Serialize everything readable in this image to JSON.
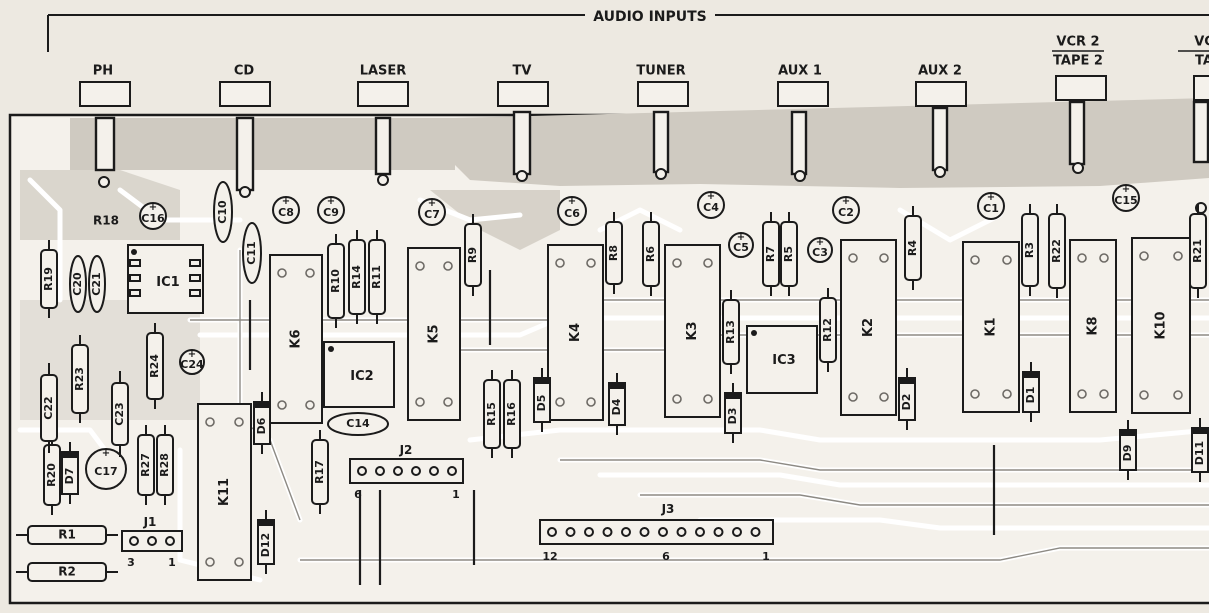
{
  "header": {
    "title": "AUDIO INPUTS"
  },
  "inputs": [
    {
      "label": "PH"
    },
    {
      "label": "CD"
    },
    {
      "label": "LASER"
    },
    {
      "label": "TV"
    },
    {
      "label": "TUNER"
    },
    {
      "label": "AUX 1"
    },
    {
      "label": "AUX 2"
    },
    {
      "label": "VCR 2",
      "sub": "TAPE 2"
    },
    {
      "label": "VC",
      "sub": "TA"
    }
  ],
  "relays": [
    "K1",
    "K2",
    "K3",
    "K4",
    "K5",
    "K6",
    "K8",
    "K10",
    "K11"
  ],
  "ics": [
    "IC1",
    "IC2",
    "IC3"
  ],
  "resistors": [
    "R1",
    "R2",
    "R3",
    "R4",
    "R5",
    "R6",
    "R7",
    "R8",
    "R9",
    "R10",
    "R11",
    "R12",
    "R13",
    "R14",
    "R15",
    "R16",
    "R17",
    "R18",
    "R19",
    "R20",
    "R21",
    "R22",
    "R23",
    "R24",
    "R27",
    "R28"
  ],
  "capacitors": [
    "C1",
    "C2",
    "C3",
    "C4",
    "C5",
    "C6",
    "C7",
    "C8",
    "C9",
    "C10",
    "C11",
    "C14",
    "C15",
    "C16",
    "C17",
    "C20",
    "C21",
    "C22",
    "C23",
    "C24"
  ],
  "diodes": [
    "D1",
    "D2",
    "D3",
    "D4",
    "D5",
    "D6",
    "D7",
    "D9",
    "D11",
    "D12"
  ],
  "connectors": {
    "j1": {
      "name": "J1",
      "pin_first": "3",
      "pin_last": "1"
    },
    "j2": {
      "name": "J2",
      "pin_first": "6",
      "pin_last": "1"
    },
    "j3": {
      "name": "J3",
      "pin_first": "12",
      "pin_mid": "6",
      "pin_last": "1"
    }
  },
  "colors": {
    "paper": "#ede9e1",
    "ink": "#1b1b1b",
    "copper": "#cfcac1",
    "trace": "#ffffff"
  }
}
